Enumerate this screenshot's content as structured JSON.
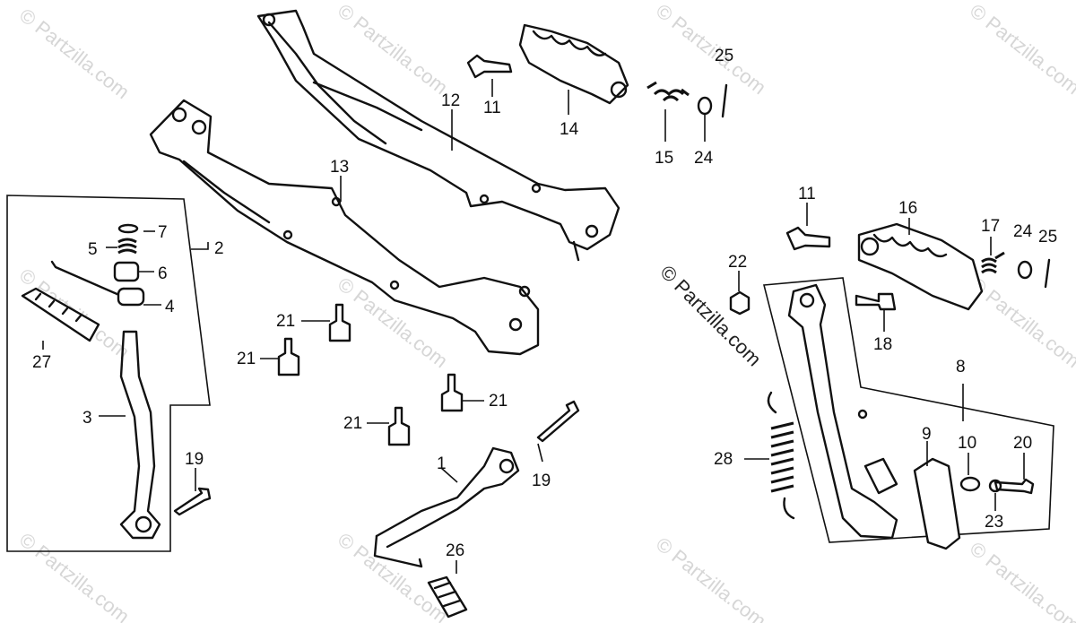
{
  "diagram": {
    "watermark_text": "© Partzilla.com",
    "center_watermark_text": "© Partzilla.com",
    "labels": {
      "p1": "1",
      "p2": "2",
      "p3": "3",
      "p4": "4",
      "p5": "5",
      "p6": "6",
      "p7": "7",
      "p8": "8",
      "p9": "9",
      "p10": "10",
      "p11a": "11",
      "p11b": "11",
      "p12": "12",
      "p13": "13",
      "p14": "14",
      "p15": "15",
      "p16": "16",
      "p17": "17",
      "p18": "18",
      "p19a": "19",
      "p19b": "19",
      "p20": "20",
      "p21a": "21",
      "p21b": "21",
      "p21c": "21",
      "p21d": "21",
      "p22": "22",
      "p23": "23",
      "p24a": "24",
      "p24b": "24",
      "p25a": "25",
      "p25b": "25",
      "p26": "26",
      "p27": "27",
      "p28": "28"
    }
  }
}
